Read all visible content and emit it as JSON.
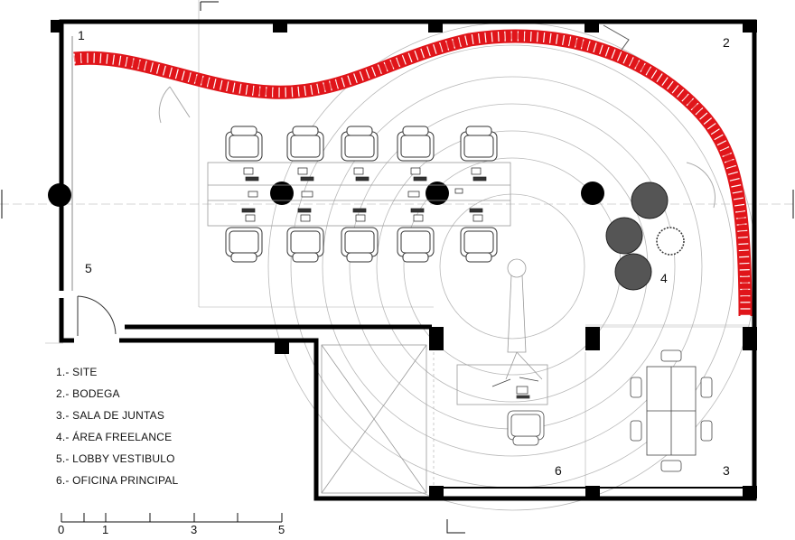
{
  "room_numbers": [
    "1",
    "2",
    "3",
    "4",
    "5",
    "6"
  ],
  "legend": [
    "1.- SITE",
    "2.- BODEGA",
    "3.- SALA DE JUNTAS",
    "4.- ÁREA FREELANCE",
    "5.- LOBBY VESTIBULO",
    "6.- OFICINA PRINCIPAL"
  ],
  "scale_labels": [
    "0",
    "1",
    "3",
    "5"
  ],
  "colors": {
    "wall": "#000000",
    "partition": "#e0151a",
    "thin_line": "#9a9a9a",
    "background": "#ffffff"
  }
}
